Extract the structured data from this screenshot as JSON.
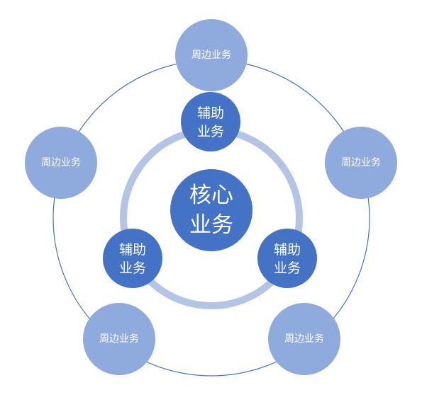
{
  "diagram": {
    "core": {
      "line1": "核心",
      "line2": "业务"
    },
    "auxiliary": [
      {
        "line1": "辅助",
        "line2": "业务"
      },
      {
        "line1": "辅助",
        "line2": "业务"
      },
      {
        "line1": "辅助",
        "line2": "业务"
      }
    ],
    "peripheral": [
      {
        "label": "周边业务"
      },
      {
        "label": "周边业务"
      },
      {
        "label": "周边业务"
      },
      {
        "label": "周边业务"
      },
      {
        "label": "周边业务"
      }
    ],
    "colors": {
      "core": "#4472c4",
      "auxiliary": "#4472c4",
      "peripheral": "#8faadc",
      "inner_ring": "#b4c4e4",
      "outer_ring": "#4472c4"
    }
  }
}
